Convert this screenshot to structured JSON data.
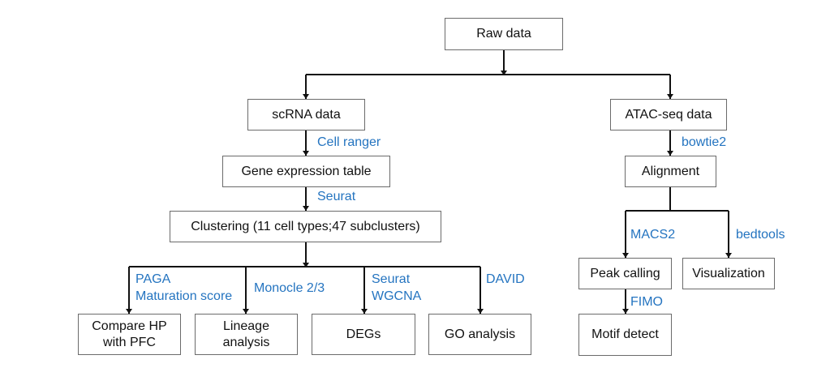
{
  "nodes": {
    "raw": "Raw data",
    "scrna": "scRNA data",
    "atac": "ATAC-seq data",
    "gene_table": "Gene expression table",
    "alignment": "Alignment",
    "clustering": "Clustering (11 cell types;47 subclusters)",
    "peak_calling": "Peak calling",
    "visualization": "Visualization",
    "motif": "Motif detect",
    "compare_line1": "Compare HP",
    "compare_line2": "with PFC",
    "lineage_line1": "Lineage",
    "lineage_line2": "analysis",
    "degs": "DEGs",
    "go": "GO analysis"
  },
  "tools": {
    "cell_ranger": "Cell ranger",
    "seurat": "Seurat",
    "paga": "PAGA",
    "maturation": "Maturation score",
    "monocle": "Monocle 2/3",
    "seurat2": "Seurat",
    "wgcna": "WGCNA",
    "david": "DAVID",
    "bowtie2": "bowtie2",
    "macs2": "MACS2",
    "bedtools": "bedtools",
    "fimo": "FIMO"
  },
  "colors": {
    "tool_text": "#2474c0",
    "box_border": "#6b6b6b",
    "connector": "#111111"
  }
}
